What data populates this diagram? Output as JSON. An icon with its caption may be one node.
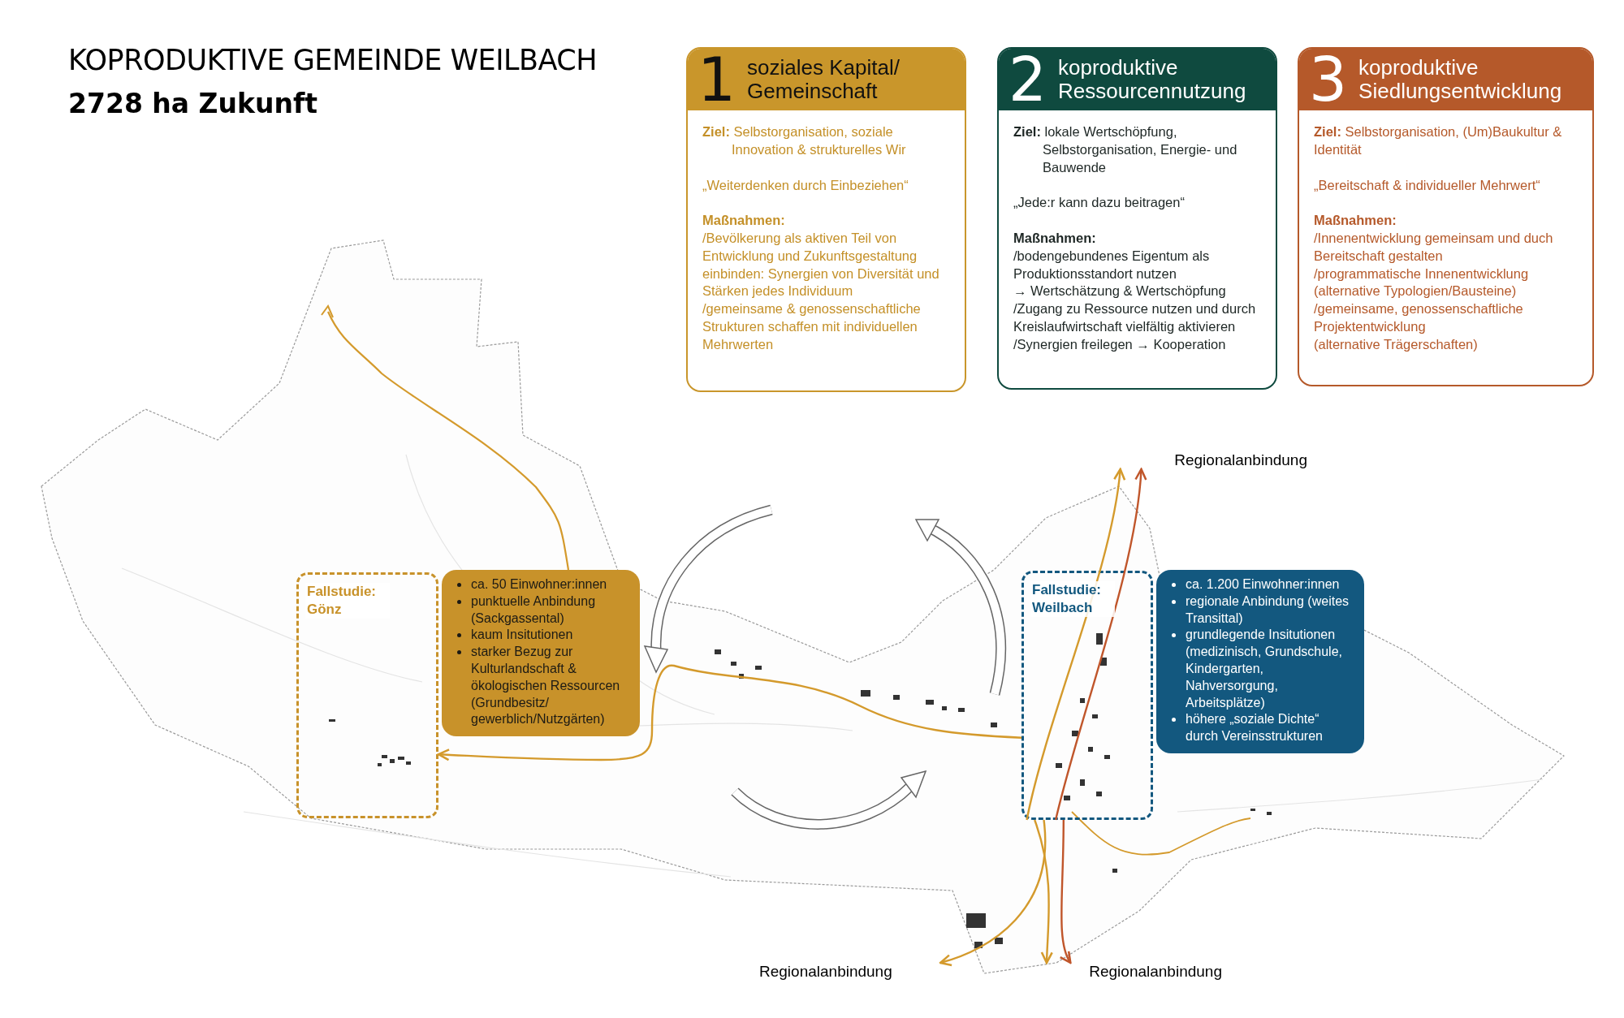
{
  "diagram": {
    "title": "KOPRODUKTIVE GEMEINDE WEILBACH",
    "nodes": [
      {
        "text": [
          "1",
          "soziales Kapital/ Gemeinschaft",
          "**Ziel:** Selbstorganisation, soziale Innovation & strukturelles Wir",
          "„Weiterdenken durch Einbeziehen“",
          "Maßnahmen:",
          "/Bevölkerung als aktiven Teil von Entwicklung und Zukunftsgestaltung einbinden: Synergien von Diversität und Stärken jedes Individuum",
          "/gemeinsame & genossenschaftliche Strukturen schaffen mit individuellen Mehrwerten"
        ]
      },
      {
        "text": [
          "2",
          "koproduktive Ressourcennutzung",
          "**Ziel:** lokale Wertschöpfung, Selbstorganisation, Energie- und Bauwende",
          "„Jede:r kann dazu beitragen“",
          "Maßnahmen:",
          "/bodengebundenes Eigentum als Produktionsstandort nutzen",
          "→ Wertschätzung & Wertschöpfung",
          "/Zugang zu Ressource nutzen und durch Kreislaufwirtschaft vielfältig aktivieren",
          "/Synergien freilegen → Kooperation"
        ]
      },
      {
        "text": [
          "3",
          "koproduktive Siedlungsentwicklung",
          "**Ziel:** Selbstorganisation, (Um)Baukultur & Identität",
          "„Bereitschaft & individueller Mehrwert“",
          "Maßnahmen:",
          "/Innenentwicklung gemeinsam und duch Bereitschaft gestalten",
          "/programmatische Innenentwicklung",
          "(alternative Typologien/Bausteine)",
          "/gemeinsame, genossenschaftliche Projektentwicklung",
          "(alternative Trägerschaften)"
        ]
      },
      {
        "text": [
          "Fallstudie: Gönz"
        ]
      },
      {
        "text": [
          "ca. 50 Einwohner:innen",
          "punktuelle Anbindung (Sackgassental)",
          "kaum Insitutionen",
          "starker Bezug zur Kulturlandschaft & ökologischen Ressourcen (Grundbesitz/ gewerblich/Nutzgärten)"
        ]
      },
      {
        "text": [
          "Fallstudie: Weilbach"
        ]
      },
      {
        "text": [
          "ca. 1.200 Einwohner:innen",
          "regionale Anbindung (weites Transittal)",
          "grundlegende Insitutionen (medizinisch, Grundschule, Kindergarten, Nahversorgung, Arbeitsplätze)",
          "höhere „soziale Dichte“ durch Vereinsstrukturen"
        ]
      },
      {
        "text": [
          "Regionalanbindung"
        ]
      },
      {
        "text": [
          "Regionalanbindung"
        ]
      },
      {
        "text": [
          "Regionalanbindung"
        ]
      }
    ],
    "edges": [
      {
        "from": 5,
        "to": 7,
        "arrow": "to"
      },
      {
        "from": 5,
        "to": 7,
        "arrow": "to",
        "color": "#c0562b"
      },
      {
        "from": 5,
        "to": 8,
        "arrow": "to"
      },
      {
        "from": 5,
        "to": 9,
        "arrow": "to"
      },
      {
        "from": 5,
        "to": 9,
        "arrow": "to",
        "color": "#c0562b"
      },
      {
        "from": 5,
        "to": 3,
        "arrow": "to"
      }
    ],
    "labels": [
      "2728 ha Zukunft"
    ]
  }
}
